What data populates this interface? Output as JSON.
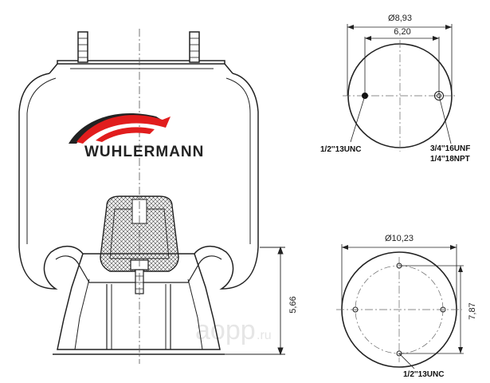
{
  "brand": {
    "name": "WUHLERMANN",
    "colors": {
      "red": "#e11d1d",
      "dark": "#222222"
    }
  },
  "side_view": {
    "height_label": "5,66"
  },
  "top_view": {
    "diameter_label": "Ø8,93",
    "stud_spacing_label": "6,20",
    "left_port_label": "1/2''13UNC",
    "right_port_label_line1": "3/4''16UNF",
    "right_port_label_line2": "1/4''18NPT"
  },
  "bottom_view": {
    "diameter_label": "Ø10,23",
    "height_label": "7,87",
    "port_label": "1/2''13UNC"
  },
  "watermark": {
    "main": "aopp",
    "suffix": ".ru"
  }
}
